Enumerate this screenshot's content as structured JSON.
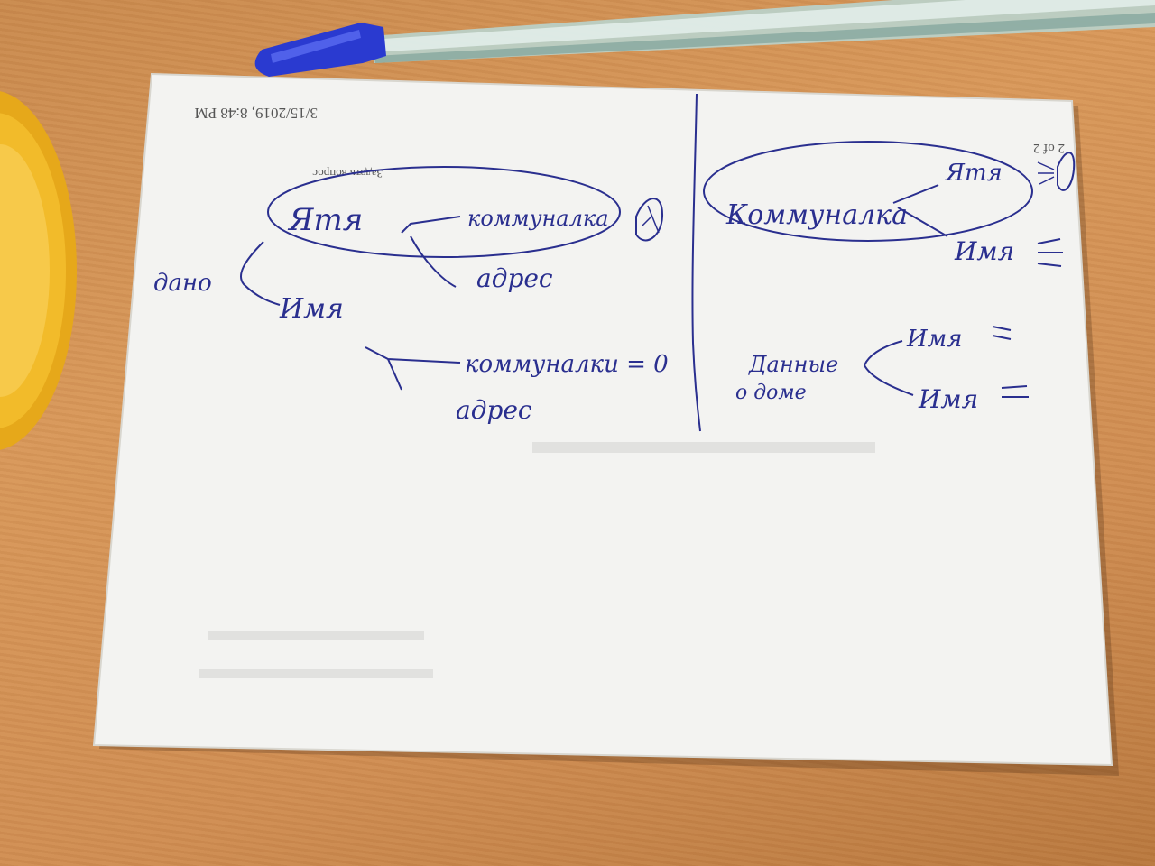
{
  "photo": {
    "description_colors": {
      "desk": "#cf8d52",
      "paper": "#f3f3f1",
      "ink": "#2a2f8f",
      "pen_cap": "#2a3ad0",
      "jar": "#f2b81e"
    }
  },
  "printed": {
    "timestamp": "3/15/2019, 8:48 PM",
    "page_number": "2 of 2",
    "button_text": "Задать вопрос"
  },
  "left_diagram": {
    "node_main": "Ятя",
    "node_kommunalka": "коммуналка",
    "node_adres": "адрес",
    "node_dano": "дано",
    "node_imya": "Имя",
    "node_kommunalka_eq0": "коммуналки = 0",
    "node_adres2": "адрес"
  },
  "right_diagram": {
    "node_kommunalka": "Коммуналка",
    "node_imya_top": "Ятя",
    "node_imya": "Имя",
    "node_dannye": "Данные",
    "node_o_dome": "о доме",
    "node_imya2": "Имя",
    "node_imya3": "Имя"
  }
}
